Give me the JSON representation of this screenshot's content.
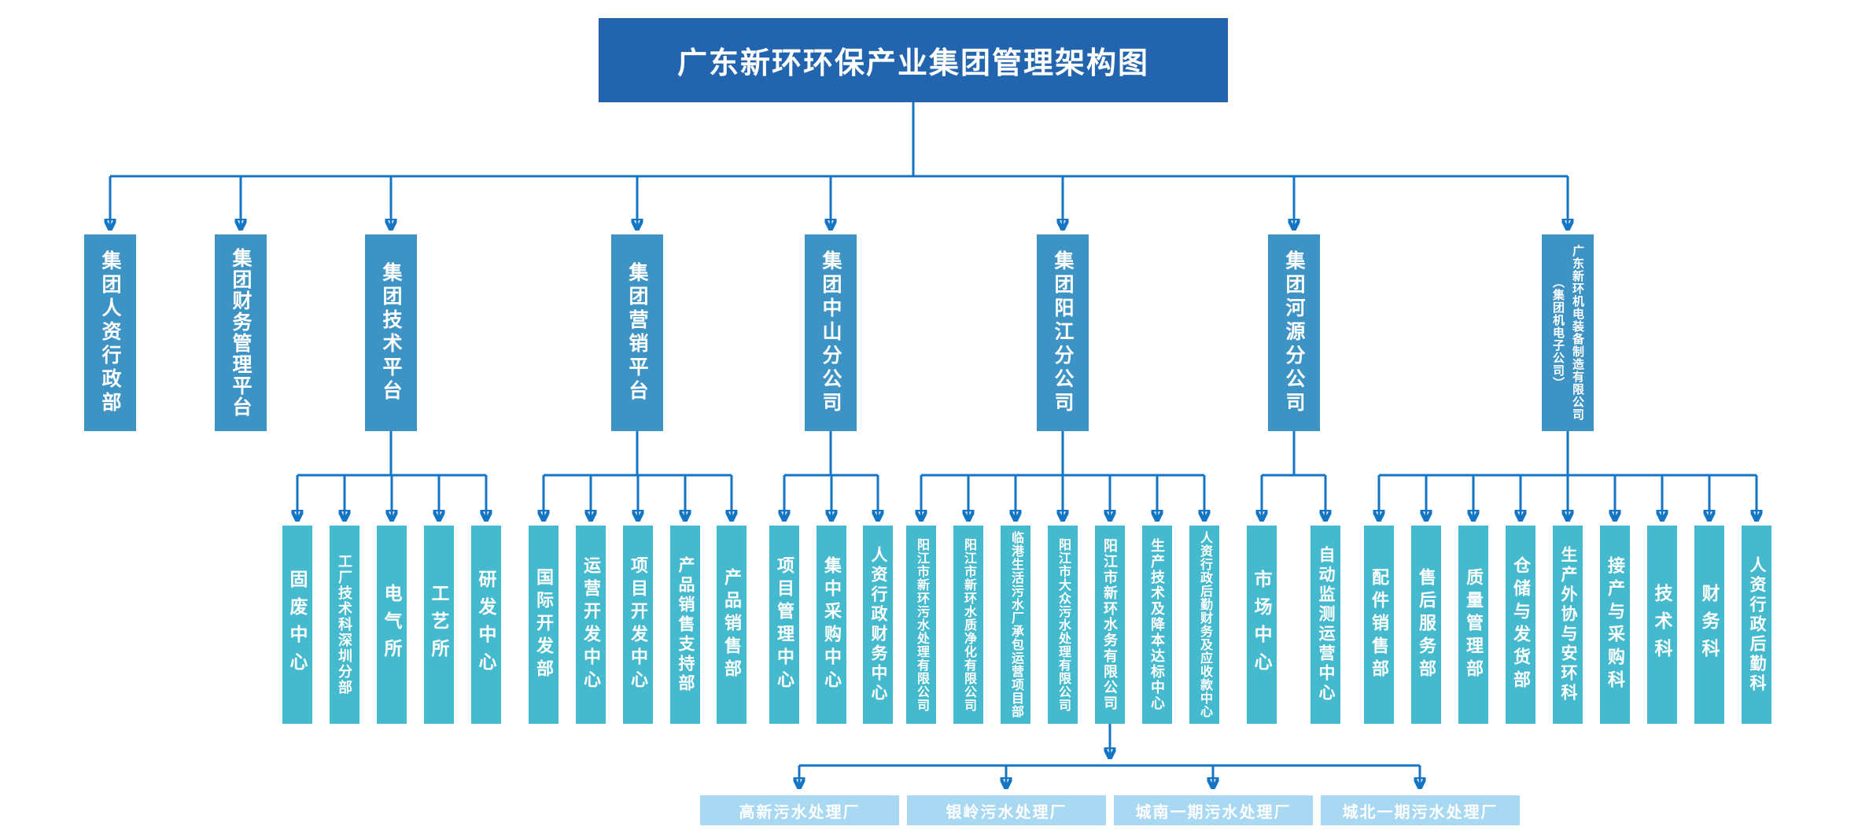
{
  "title": "广东新环环保产业集团管理架构图",
  "colors": {
    "title_bg": "#2264AD",
    "department_bg": "#3E93C5",
    "sub_department_bg": "#45B9CD",
    "plant_bg": "#A8D8F2",
    "connector_line": "#1375C3",
    "text": "#FFFFFF"
  },
  "level2": [
    {
      "label": "集团人资行政部"
    },
    {
      "label": "集团财务管理平台"
    },
    {
      "label": "集团技术平台"
    },
    {
      "label": "集团营销平台"
    },
    {
      "label": "集团中山分公司"
    },
    {
      "label": "集团阳江分公司"
    },
    {
      "label": "集团河源分公司"
    },
    {
      "label": "广东新环机电装备制造有限公司",
      "label2": "（集团机电子公司）"
    }
  ],
  "groups": {
    "tech": {
      "parent": "集团技术平台",
      "children": [
        "固废中心",
        "工厂技术科深圳分部",
        "电气所",
        "工艺所",
        "研发中心"
      ]
    },
    "marketing": {
      "parent": "集团营销平台",
      "children": [
        "国际开发部",
        "运营开发中心",
        "项目开发中心",
        "产品销售支持部",
        "产品销售部"
      ]
    },
    "zhongshan": {
      "parent": "集团中山分公司",
      "children": [
        "项目管理中心",
        "集中采购中心",
        "人资行政财务中心"
      ]
    },
    "yangjiang": {
      "parent": "集团阳江分公司",
      "children": [
        "阳江市新环污水处理有限公司",
        "阳江市新环水质净化有限公司",
        "临港生活污水厂承包运营项目部",
        "阳江市大众污水处理有限公司",
        "阳江市新环水务有限公司",
        "生产技术及降本达标中心",
        "人资行政后勤财务及应收款中心"
      ]
    },
    "heyuan": {
      "parent": "集团河源分公司",
      "children": [
        "市场中心",
        "自动监测运营中心"
      ]
    },
    "mech": {
      "parent": "广东新环机电装备制造有限公司（集团机电子公司）",
      "children": [
        "配件销售部",
        "售后服务部",
        "质量管理部",
        "仓储与发货部",
        "生产外协与安环科",
        "接产与采购科",
        "技术科",
        "财务科",
        "人资行政后勤科"
      ]
    }
  },
  "plants": {
    "parent": "阳江市新环水务有限公司",
    "children": [
      "高新污水处理厂",
      "银岭污水处理厂",
      "城南一期污水处理厂",
      "城北一期污水处理厂"
    ]
  }
}
